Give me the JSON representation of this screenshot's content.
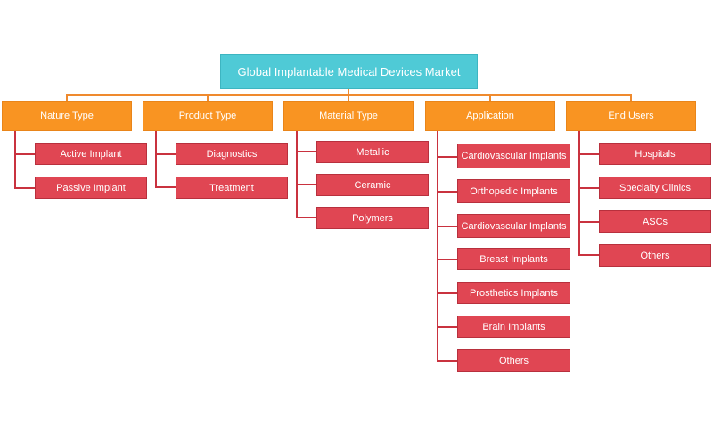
{
  "title": "Global Implantable Medical Devices Market",
  "categories": [
    {
      "label": "Nature Type",
      "items": [
        "Active Implant",
        "Passive Implant"
      ]
    },
    {
      "label": "Product Type",
      "items": [
        "Diagnostics",
        "Treatment"
      ]
    },
    {
      "label": "Material Type",
      "items": [
        "Metallic",
        "Ceramic",
        "Polymers"
      ]
    },
    {
      "label": "Application",
      "items": [
        "Cardiovascular Implants",
        "Orthopedic Implants",
        "Cardiovascular Implants",
        "Breast Implants",
        "Prosthetics Implants",
        "Brain Implants",
        "Others"
      ]
    },
    {
      "label": "End Users",
      "items": [
        "Hospitals",
        "Specialty Clinics",
        "ASCs",
        "Others"
      ]
    }
  ],
  "colors": {
    "root": "#4fcad6",
    "category": "#f99422",
    "item": "#e04653",
    "connector_top": "#ef8a2e",
    "connector_item": "#c9323f"
  }
}
